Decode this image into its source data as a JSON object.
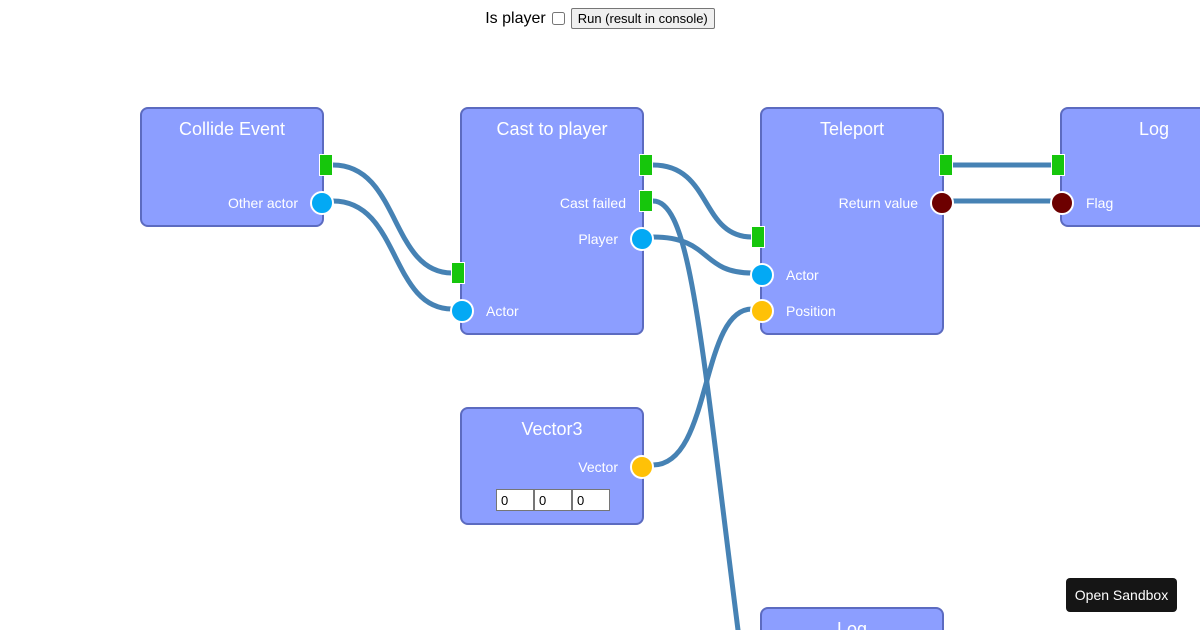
{
  "toolbar": {
    "checkbox_label": "Is player",
    "checkbox_checked": false,
    "run_label": "Run (result in console)"
  },
  "nodes": {
    "collide": {
      "title": "Collide Event",
      "out_actor": "Other actor"
    },
    "cast": {
      "title": "Cast to player",
      "out_failed": "Cast failed",
      "out_player": "Player",
      "in_actor": "Actor"
    },
    "teleport": {
      "title": "Teleport",
      "out_return": "Return value",
      "in_actor": "Actor",
      "in_position": "Position"
    },
    "log_top": {
      "title": "Log",
      "in_flag": "Flag"
    },
    "vector3": {
      "title": "Vector3",
      "out_vector": "Vector",
      "x": "0",
      "y": "0",
      "z": "0"
    },
    "log_bottom": {
      "title": "Log"
    }
  },
  "colors": {
    "node_bg": "#8c9eff",
    "node_border": "#5c6bc0",
    "exec_pin": "#16c60c",
    "actor_pin": "#03a9f4",
    "vector_pin": "#ffc107",
    "bool_pin": "#6d0000",
    "wire": "#4682b4"
  },
  "sandbox": {
    "label": "Open Sandbox"
  }
}
